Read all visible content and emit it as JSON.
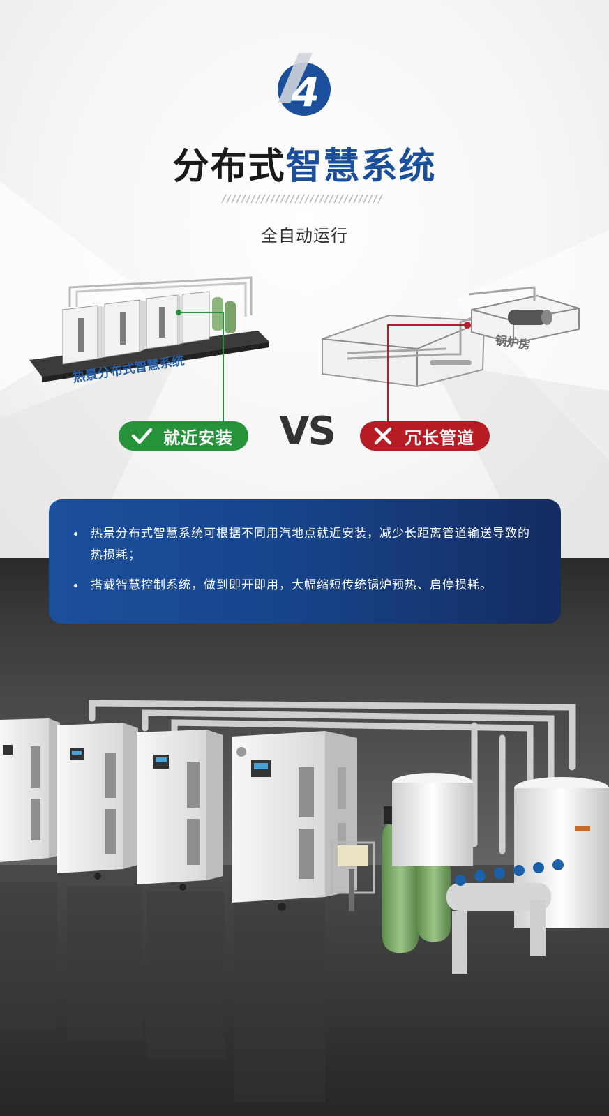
{
  "badge": {
    "number": "4"
  },
  "heading": {
    "title_plain": "分布式",
    "title_accent": "智慧系统",
    "subtitle": "全自动运行"
  },
  "comparison": {
    "left_caption": "热景分布式智慧系统",
    "right_caption": "锅炉房",
    "good_label": "就近安装",
    "vs_label": "VS",
    "bad_label": "冗长管道"
  },
  "info": {
    "points": [
      "热景分布式智慧系统可根据不同用汽地点就近安装，减少长距离管道输送导致的热损耗；",
      "搭载智慧控制系统，做到即开即用，大幅缩短传统锅炉预热、启停损耗。"
    ]
  },
  "colors": {
    "brand_blue": "#1b4f9c",
    "good_green": "#26933b",
    "bad_red": "#b71c24"
  },
  "icons": {
    "good": "check-icon",
    "bad": "cross-icon"
  }
}
